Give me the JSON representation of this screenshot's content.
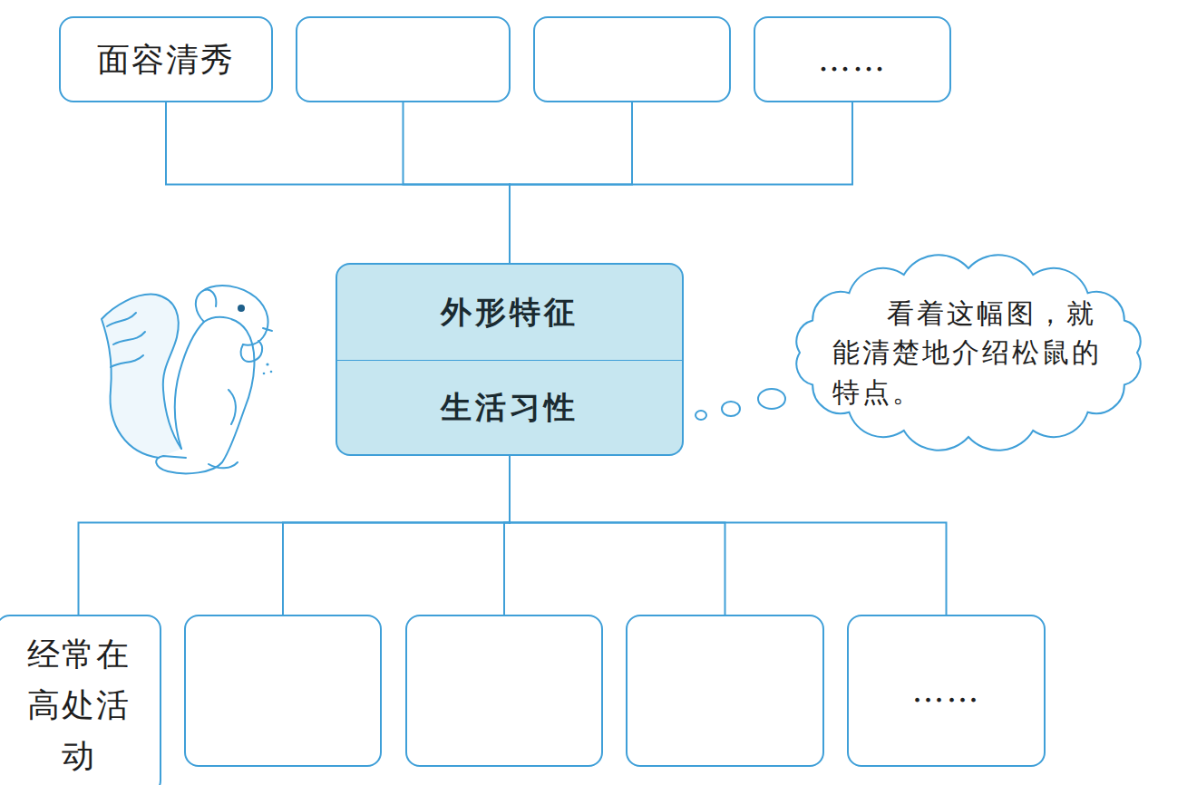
{
  "diagram": {
    "nodes": [
      {
        "text": [
          "面容清秀"
        ]
      },
      {
        "text": []
      },
      {
        "text": []
      },
      {
        "text": [
          "……"
        ]
      },
      {
        "text": [
          "外形特征"
        ]
      },
      {
        "text": [
          "生活习性"
        ]
      },
      {
        "text": [
          "经常在高处活动"
        ]
      },
      {
        "text": []
      },
      {
        "text": []
      },
      {
        "text": []
      },
      {
        "text": [
          "……"
        ]
      },
      {
        "text": [
          "看着这幅图，就能清楚地介绍松鼠的特点。"
        ]
      }
    ],
    "edges": [
      {
        "from": 4,
        "to": 0,
        "arrow": "none"
      },
      {
        "from": 4,
        "to": 1,
        "arrow": "none"
      },
      {
        "from": 4,
        "to": 2,
        "arrow": "none"
      },
      {
        "from": 4,
        "to": 3,
        "arrow": "none"
      },
      {
        "from": 5,
        "to": 6,
        "arrow": "none"
      },
      {
        "from": 5,
        "to": 7,
        "arrow": "none"
      },
      {
        "from": 5,
        "to": 8,
        "arrow": "none"
      },
      {
        "from": 5,
        "to": 9,
        "arrow": "none"
      },
      {
        "from": 5,
        "to": 10,
        "arrow": "none"
      }
    ]
  }
}
